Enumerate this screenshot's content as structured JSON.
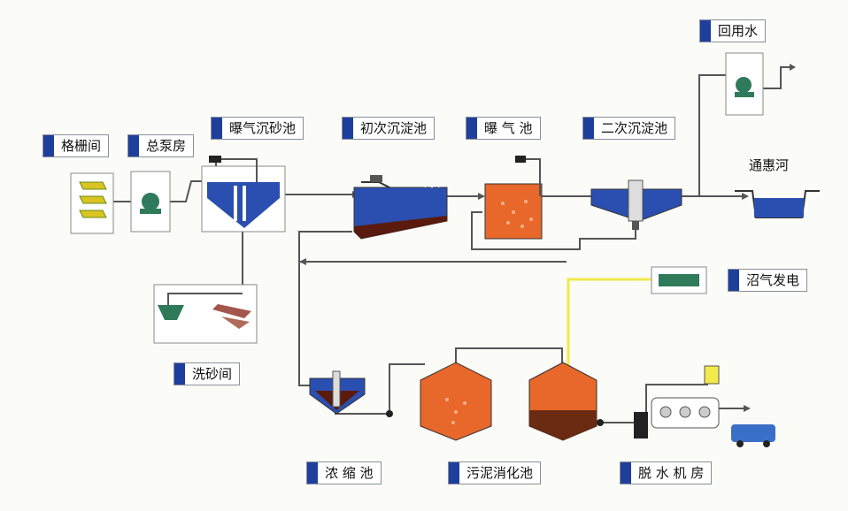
{
  "labels": {
    "grille_room": "格栅间",
    "pump_house": "总泵房",
    "aerated_grit": "曝气沉砂池",
    "primary_clarifier": "初次沉淀池",
    "aeration_tank": "曝 气 池",
    "secondary_clarifier": "二次沉淀池",
    "reuse_water": "回用水",
    "river": "通惠河",
    "sand_washing": "洗砂间",
    "biogas_power": "沼气发电",
    "thickener": "浓 缩 池",
    "digester": "污泥消化池",
    "dewatering_house": "脱 水 机 房"
  },
  "colors": {
    "water_blue": "#2b4fb0",
    "sludge_orange": "#e8672a",
    "digested_brown": "#6b2a12",
    "biogas_yellow": "#f2ea4a",
    "label_tab": "#1f3f9c",
    "pipe": "#555555"
  }
}
